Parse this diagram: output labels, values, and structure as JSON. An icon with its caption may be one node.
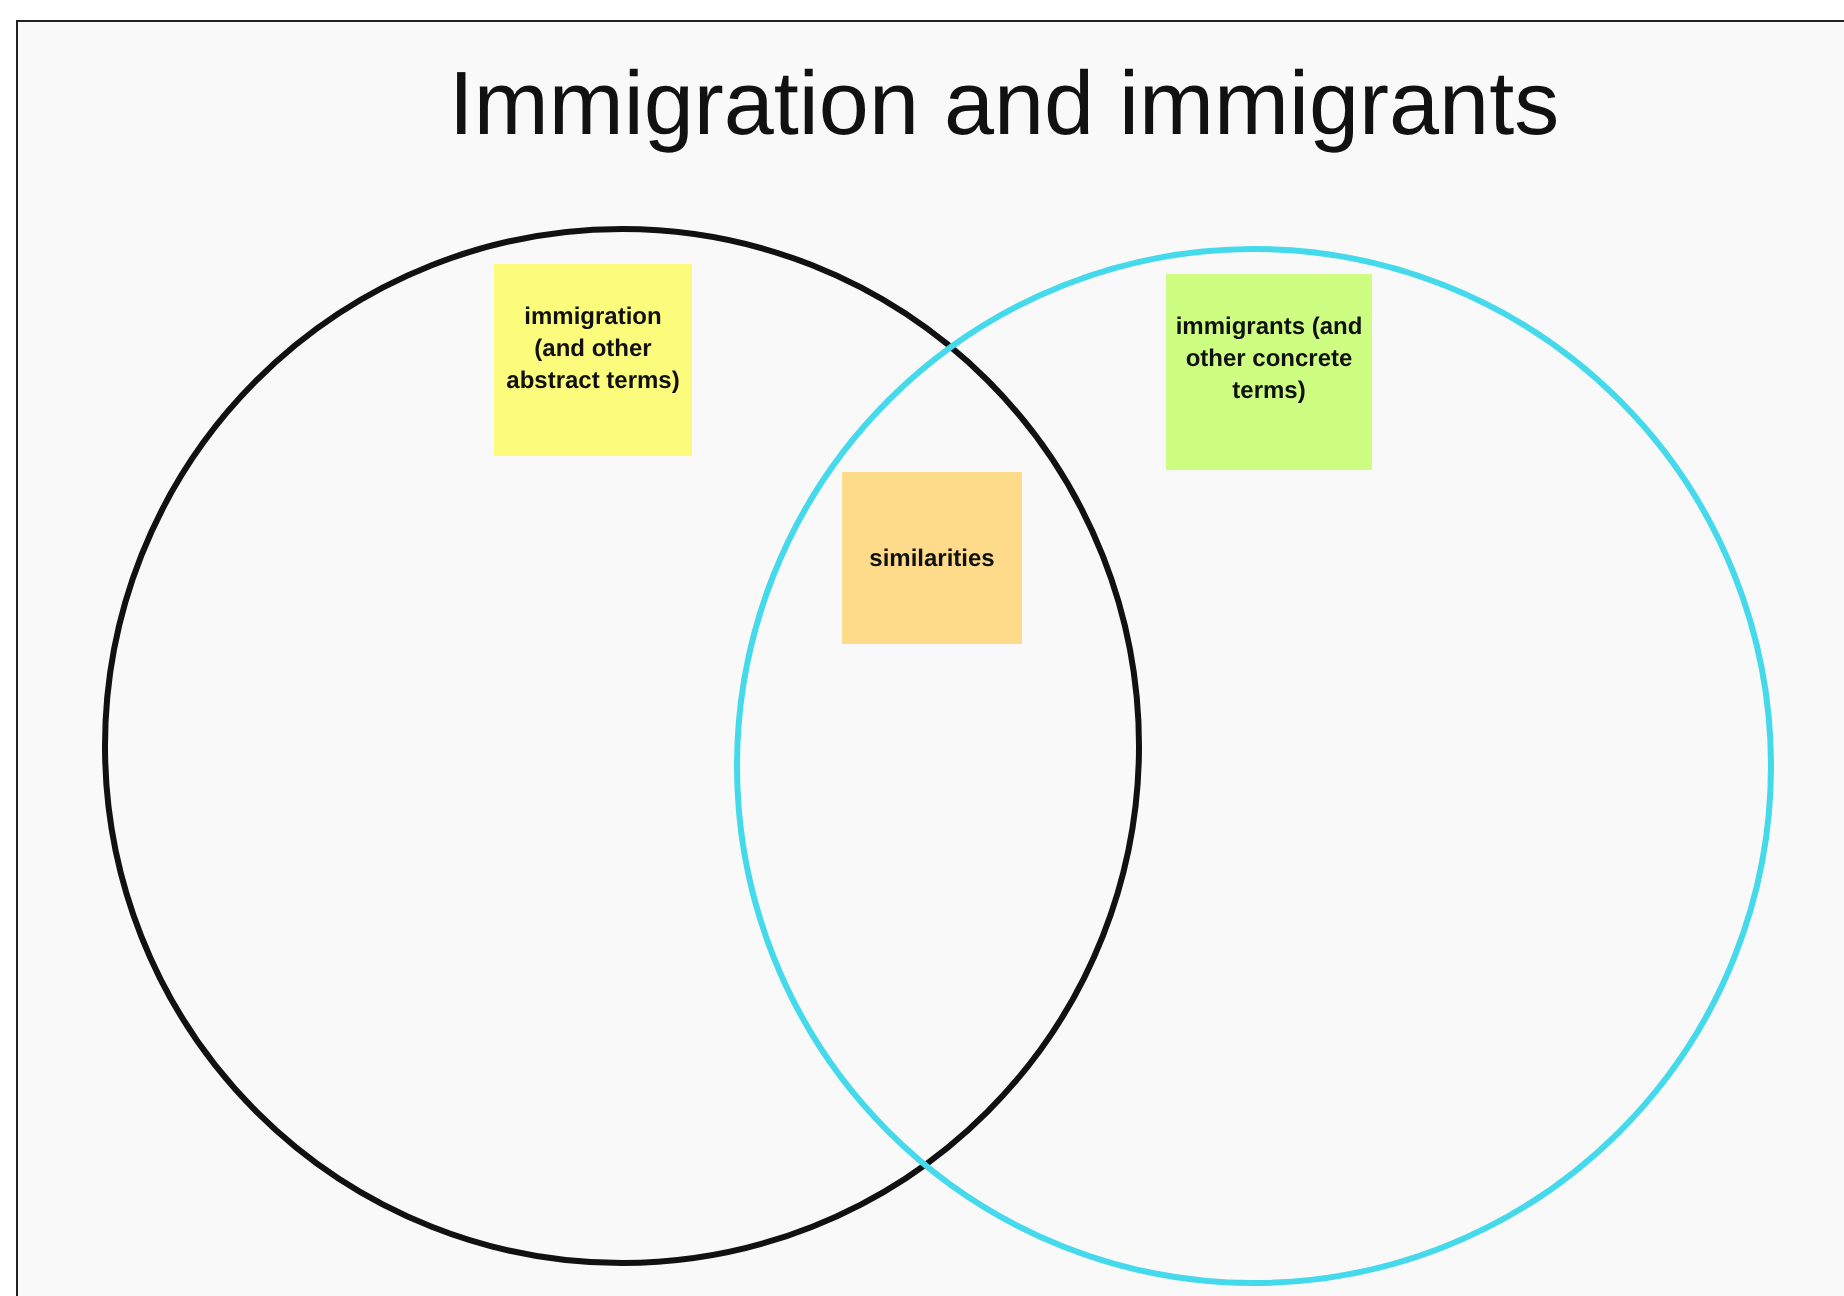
{
  "diagram": {
    "title": "Immigration and immigrants",
    "nodes": [
      {
        "text": [],
        "shape": "circle"
      },
      {
        "text": [
          "immigration (and other abstract terms)"
        ],
        "in": 0
      },
      {
        "text": [],
        "shape": "circle"
      },
      {
        "text": [
          "immigrants (and other concrete terms)"
        ],
        "in": 2
      },
      {
        "text": [
          "similarities"
        ]
      }
    ]
  }
}
